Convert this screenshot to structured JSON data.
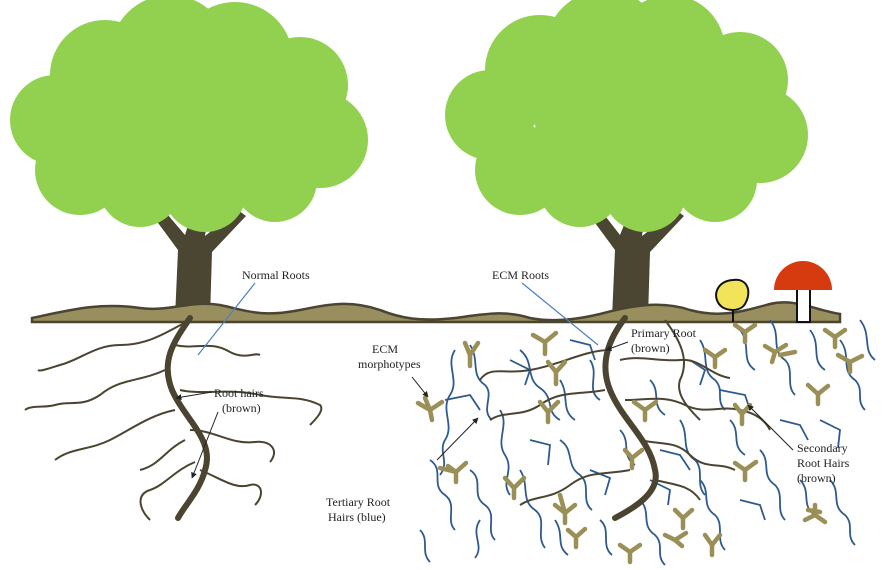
{
  "labels": {
    "normal_roots": "Normal Roots",
    "ecm_roots": "ECM Roots",
    "root_hairs_line1": "Root hairs",
    "root_hairs_line2": "(brown)",
    "ecm_morphotypes_line1": "ECM",
    "ecm_morphotypes_line2": "morphotypes",
    "primary_root_line1": "Primary Root",
    "primary_root_line2": "(brown)",
    "tertiary_line1": "Tertiary Root",
    "tertiary_line2": "Hairs (blue)",
    "secondary_line1": "Secondary",
    "secondary_line2": "Root Hairs",
    "secondary_line3": "(brown)"
  },
  "colors": {
    "canopy": "#92d050",
    "trunk": "#4a4631",
    "soil": "#998e5d",
    "root_brown": "#4a4431",
    "blue_hairs": "#2f5a8e",
    "morphotype": "#9a8f57",
    "mushroom_red": "#d63a0f",
    "mushroom_yellow": "#f2e45a",
    "leader_line": "#4f81bd"
  }
}
